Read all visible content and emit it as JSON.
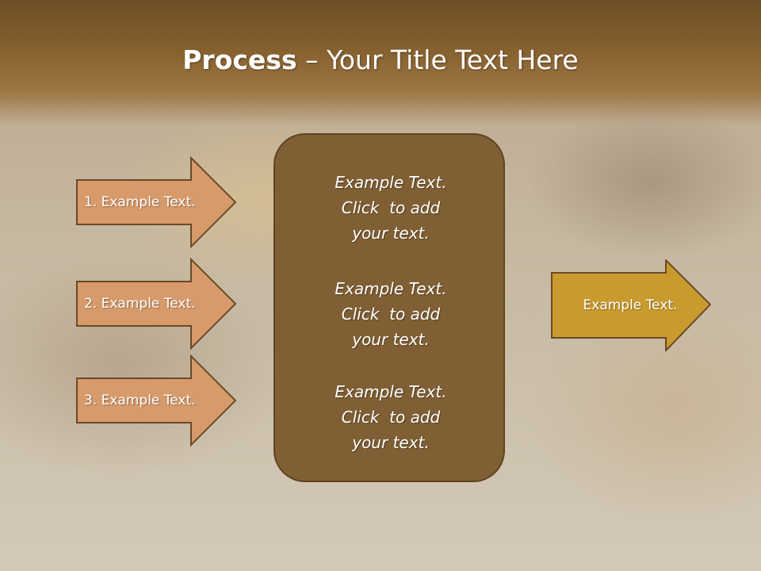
{
  "slide": {
    "title_bold": "Process",
    "title_rest": " – Your Title Text Here"
  },
  "steps": [
    {
      "label": "1. Example Text."
    },
    {
      "label": "2. Example Text."
    },
    {
      "label": "3. Example Text."
    }
  ],
  "center": {
    "paragraphs": [
      {
        "line1": "Example Text.",
        "line2": "Click  to add",
        "line3": "your text."
      },
      {
        "line1": "Example Text.",
        "line2": "Click  to add",
        "line3": "your text."
      },
      {
        "line1": "Example Text.",
        "line2": "Click  to add",
        "line3": "your text."
      }
    ]
  },
  "output": {
    "label": "Example Text."
  },
  "colors": {
    "step_fill": "#d79a6b",
    "step_border": "#6a4a26",
    "center_fill": "#7f5f33",
    "output_fill": "#c99a2e"
  }
}
